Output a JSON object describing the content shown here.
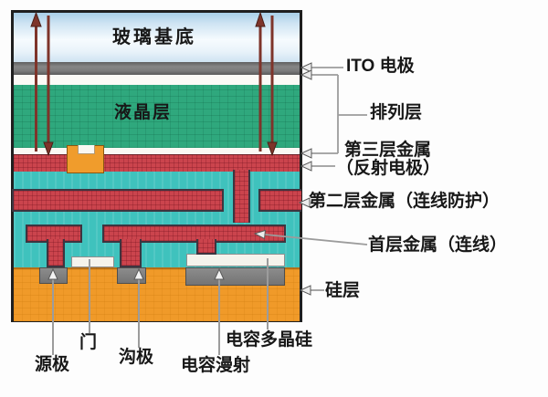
{
  "diagram": {
    "inside_labels": {
      "glass": "玻璃基底",
      "liquid_crystal": "液晶层"
    },
    "right_labels": {
      "ito": "ITO 电极",
      "alignment": "排列层",
      "metal3": "第三层金属",
      "metal3_sub": "（反射电极）",
      "metal2": "第二层金属（连线防护）",
      "metal1": "首层金属（连线）",
      "silicon": "硅层"
    },
    "bottom_labels": {
      "source": "源极",
      "gate": "门",
      "drain": "沟极",
      "cap_diffusion": "电容漫射",
      "cap_poly": "电容多晶硅"
    },
    "colors": {
      "liquid_crystal_green": "#2fa87d",
      "insulator_teal": "#3fc2bd",
      "metal_red": "#cb444d",
      "silicon_orange": "#f09a29",
      "ito_gray": "#7d7d7d",
      "contact_gray": "#7f7f7f",
      "sky_blue": "#a9cfe8",
      "light_ray_maroon": "#7e342a",
      "callout_line_gray": "#9c9c9c"
    }
  }
}
